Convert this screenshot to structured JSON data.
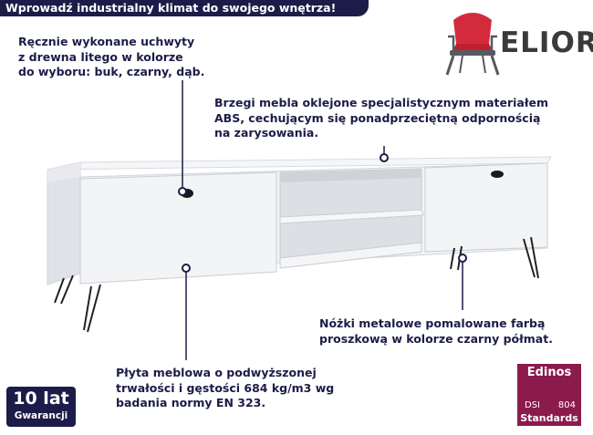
{
  "banner": {
    "text": "Wprowadź industrialny klimat do swojego wnętrza!"
  },
  "brand": {
    "name": "ELIOR",
    "icon": "chair-icon",
    "accent": "#d42b3c"
  },
  "features": {
    "handles": [
      "Ręcznie wykonane uchwyty",
      "z drewna litego w kolorze",
      "do wyboru: buk, czarny, dąb."
    ],
    "edges": [
      "Brzegi mebla oklejone specjalistycznym materiałem",
      "ABS, cechującym się ponadprzeciętną odpornością",
      "na zarysowania."
    ],
    "legs": [
      "Nóżki metalowe pomalowane farbą",
      "proszkową w kolorze czarny półmat."
    ],
    "board": [
      "Płyta meblowa o podwyższonej",
      "trwałości i gęstości 684 kg/m3 wg",
      "badania normy EN 323."
    ]
  },
  "warranty": {
    "years": "10 lat",
    "label": "Gwarancji"
  },
  "certificate": {
    "title": "Edinos",
    "left_code": "DSI",
    "right_code": "804",
    "subtitle": "Standards"
  },
  "colors": {
    "navy": "#1b1c48",
    "burgundy": "#8b1a4d",
    "furniture": "#eef0f3"
  }
}
